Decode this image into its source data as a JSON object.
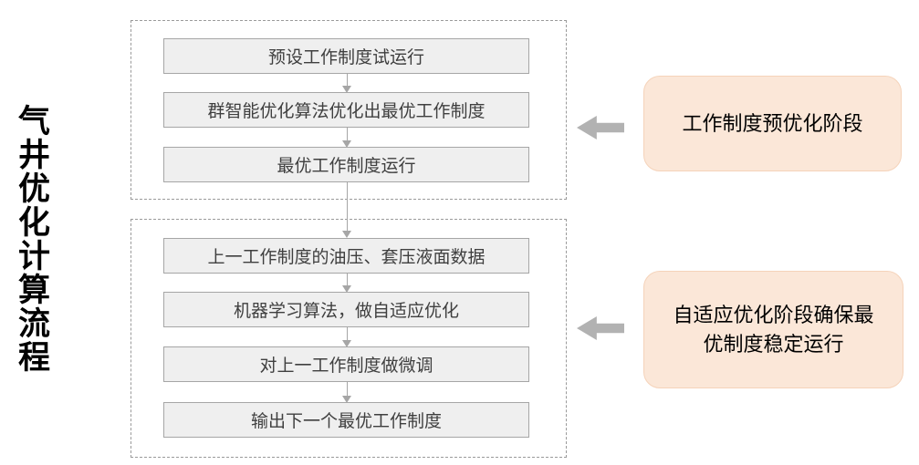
{
  "title": "气井优化计算流程",
  "stage1": {
    "steps": [
      "预设工作制度试运行",
      "群智能优化算法优化出最优工作制度",
      "最优工作制度运行"
    ],
    "callout": "工作制度预优化阶段"
  },
  "stage2": {
    "steps": [
      "上一工作制度的油压、套压液面数据",
      "机器学习算法，做自适应优化",
      "对上一工作制度做微调",
      "输出下一个最优工作制度"
    ],
    "callout": "自适应优化阶段确保最优制度稳定运行"
  },
  "colors": {
    "step_fill": "#efefef",
    "step_border": "#a6a6a6",
    "callout_fill": "#fbe7d8",
    "callout_border": "#f5d3ba",
    "block_arrow": "#b2b2b2",
    "connector": "#a6a6a6",
    "container_border": "#9a9a9a",
    "title_text": "#000000"
  }
}
